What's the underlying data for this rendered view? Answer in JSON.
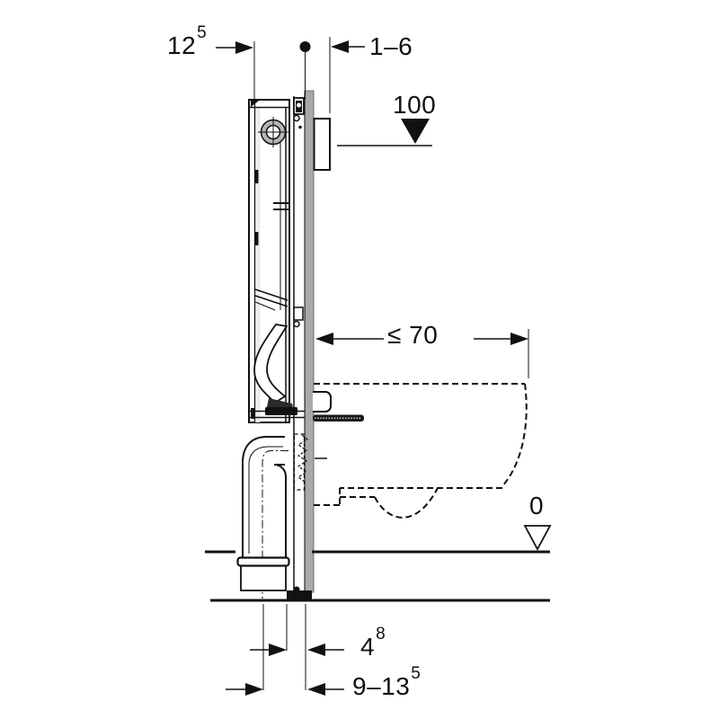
{
  "title": "wall-hung-toilet-installation-side-view",
  "labels": {
    "frame_depth": {
      "main": "12",
      "sup": "5"
    },
    "finish_thickness": {
      "main": "1–6",
      "sup": ""
    },
    "meter_mark": {
      "main": "100",
      "sup": ""
    },
    "bowl_depth_max": {
      "main": "≤ 70",
      "sup": ""
    },
    "floor_level": {
      "main": "0",
      "sup": ""
    },
    "rail_offset": {
      "main": "4",
      "sup": "8"
    },
    "outlet_offset": {
      "main": "9–13",
      "sup": "5"
    }
  },
  "colors": {
    "line": "#111111",
    "rail_gray": "#a9a9a9",
    "supply_ring_gray": "#b5b5b5",
    "interior_gray": "#ececec",
    "background": "#ffffff"
  }
}
